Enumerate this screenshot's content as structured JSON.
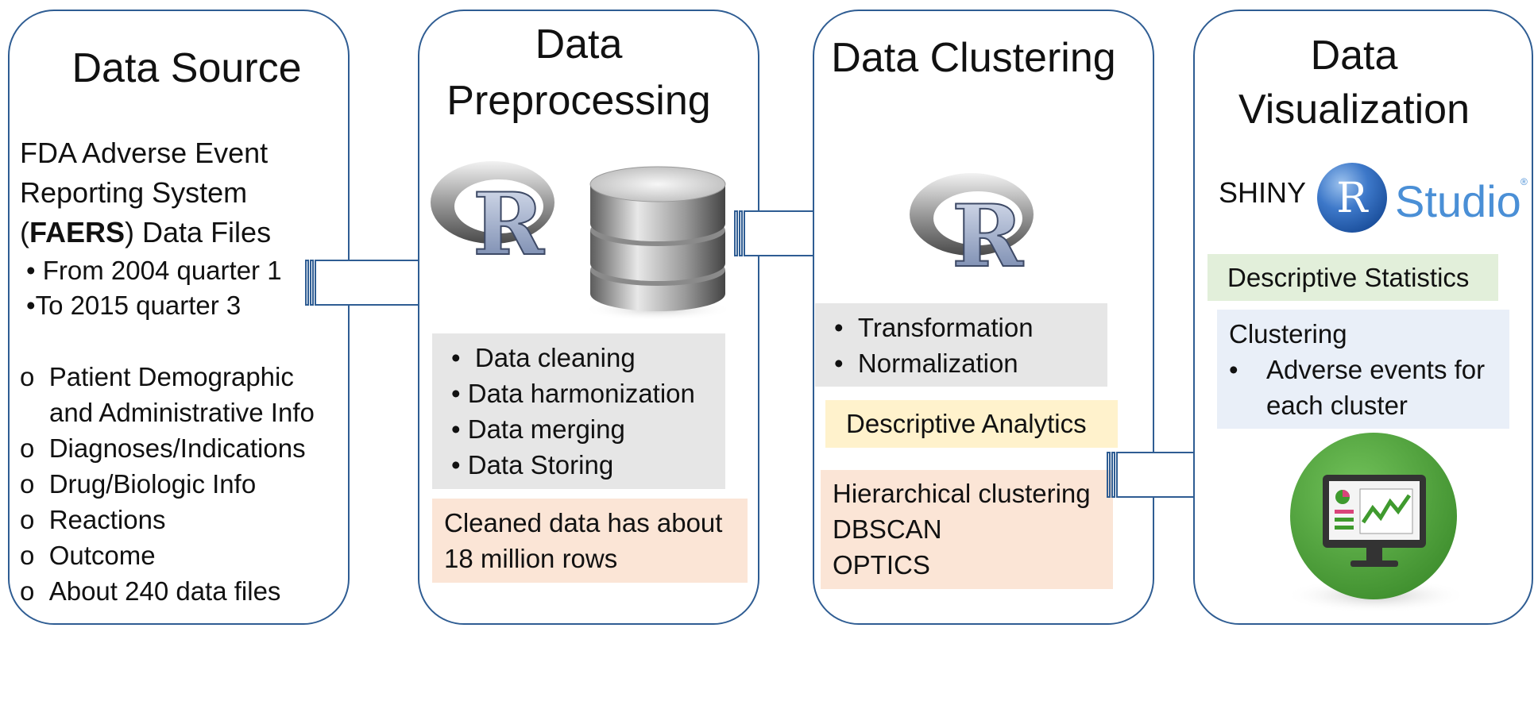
{
  "panels": {
    "source": {
      "title": "Data Source",
      "description_lines": [
        "FDA Adverse Event",
        "Reporting System"
      ],
      "faers_prefix": "(",
      "faers_bold": "FAERS",
      "faers_suffix": ") Data Files",
      "bullets": [
        "From 2004 quarter 1",
        "To 2015 quarter 3"
      ],
      "list": [
        "Patient Demographic",
        "and Administrative Info",
        "Diagnoses/Indications",
        "Drug/Biologic Info",
        "Reactions",
        "Outcome",
        "About 240 data files"
      ]
    },
    "preprocessing": {
      "title_line1": "Data",
      "title_line2": "Preprocessing",
      "steps": [
        "Data cleaning",
        "Data harmonization",
        "Data merging",
        "Data Storing"
      ],
      "note": [
        "Cleaned data has about",
        "18 million rows"
      ]
    },
    "clustering": {
      "title": "Data Clustering",
      "steps": [
        "Transformation",
        "Normalization"
      ],
      "analytics": "Descriptive Analytics",
      "methods": [
        "Hierarchical clustering",
        "DBSCAN",
        "OPTICS"
      ]
    },
    "visualization": {
      "title_line1": "Data",
      "title_line2": "Visualization",
      "shiny": "SHINY",
      "rstudio_r": "R",
      "rstudio_studio": "Studio",
      "rstudio_reg": "®",
      "stats": "Descriptive Statistics",
      "clustering_heading": "Clustering",
      "clustering_item": [
        "Adverse events for",
        "each cluster"
      ]
    }
  },
  "r_logo_letter": "R",
  "bullet_glyph": "•",
  "circle_glyph": "o",
  "colors": {
    "panel_border": "#2f5d93",
    "gray_box": "#e6e6e6",
    "peach_box": "#fbe5d6",
    "yellow_box": "#fff2cc",
    "green_box": "#e2efda",
    "blue_box": "#e9eff8",
    "monitor_green": "#5aac44"
  },
  "icons": [
    "r-logo-icon",
    "database-icon",
    "arrow-icon",
    "rstudio-logo-icon",
    "monitor-dashboard-icon"
  ]
}
